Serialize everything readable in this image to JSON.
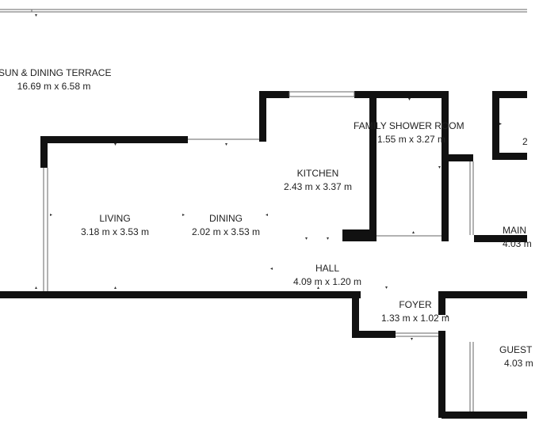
{
  "rooms": [
    {
      "id": "terrace",
      "name": "SUN & DINING TERRACE",
      "size": "16.69 m x 6.58 m"
    },
    {
      "id": "living",
      "name": "LIVING",
      "size": "3.18 m x 3.53 m"
    },
    {
      "id": "dining",
      "name": "DINING",
      "size": "2.02 m x 3.53 m"
    },
    {
      "id": "kitchen",
      "name": "KITCHEN",
      "size": "2.43 m x 3.37 m"
    },
    {
      "id": "shower",
      "name": "FAMILY SHOWER ROOM",
      "size": "1.55 m x 3.27 m"
    },
    {
      "id": "hall",
      "name": "HALL",
      "size": "4.09 m x 1.20 m"
    },
    {
      "id": "foyer",
      "name": "FOYER",
      "size": "1.33 m x 1.02 m"
    },
    {
      "id": "main",
      "name": "MAIN",
      "size": "4.03 m"
    },
    {
      "id": "guest",
      "name": "GUEST",
      "size": "4.03 m"
    },
    {
      "id": "right-room",
      "name": "",
      "size": "2"
    }
  ],
  "colors": {
    "wall": "#111111",
    "thin_line": "#666666",
    "label": "#222222",
    "background": "#ffffff"
  }
}
